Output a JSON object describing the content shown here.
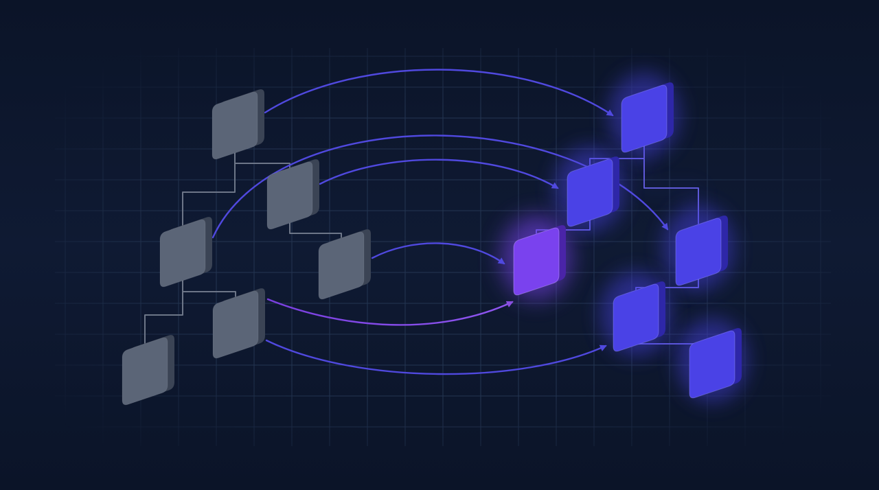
{
  "colors": {
    "background": "#0e1830",
    "grid": "#243552",
    "source_node_face": "#5b6577",
    "source_node_side": "#3b4455",
    "source_connector": "#6d7688",
    "target_node_face": "#4a42e6",
    "target_node_side": "#2e27a8",
    "target_connector": "#5f5ad8",
    "highlight_node_face": "#7a42ee",
    "highlight_node_side": "#4a24a8",
    "arrow_blue": "#5049df",
    "arrow_purple": "#8a4fe0"
  },
  "diagram": {
    "source_tree": {
      "nodes": [
        "s1",
        "s2",
        "s3",
        "s4",
        "s5",
        "s6"
      ],
      "edges": [
        [
          "s1",
          "s2"
        ],
        [
          "s1",
          "s3"
        ],
        [
          "s3",
          "s4"
        ],
        [
          "s2",
          "s5"
        ],
        [
          "s2",
          "s6"
        ]
      ]
    },
    "target_tree": {
      "nodes": [
        "t1",
        "t2",
        "t3",
        "t4",
        "t5",
        "t6"
      ],
      "edges": [
        [
          "t1",
          "t2"
        ],
        [
          "t1",
          "t3"
        ],
        [
          "t2",
          "t4"
        ],
        [
          "t3",
          "t5"
        ],
        [
          "t5",
          "t6"
        ]
      ]
    },
    "mappings": [
      {
        "from": "s1",
        "to": "t1",
        "style": "blue"
      },
      {
        "from": "s2",
        "to": "t3",
        "style": "blue"
      },
      {
        "from": "s3",
        "to": "t2",
        "style": "blue"
      },
      {
        "from": "s4",
        "to": "t4",
        "style": "blue"
      },
      {
        "from": "s5",
        "to": "t4",
        "style": "purple"
      },
      {
        "from": "s6",
        "to": "t5",
        "style": "blue"
      }
    ],
    "highlighted_node": "t4"
  }
}
